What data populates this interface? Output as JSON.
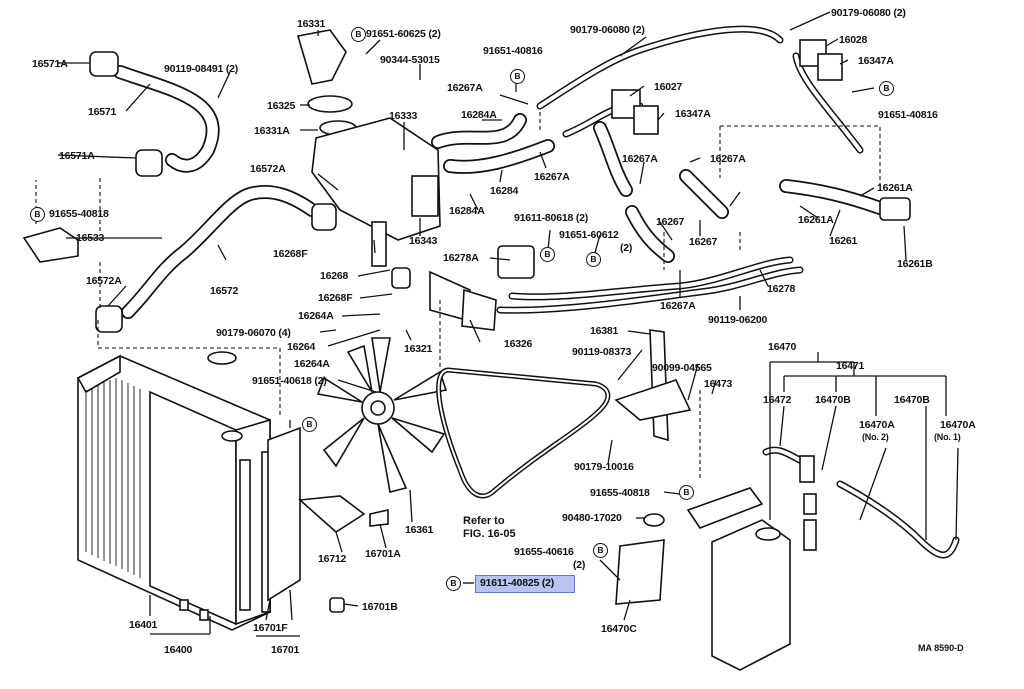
{
  "diagram": {
    "code": "MA 8590-D",
    "reference": {
      "line1": "Refer to",
      "line2": "FIG. 16-05"
    },
    "highlighted_part": "91611-40825 (2)",
    "bullet_letter": "B",
    "labels": [
      {
        "id": "l16331",
        "text": "16331"
      },
      {
        "id": "l91651_60625",
        "text": "91651-60625 (2)"
      },
      {
        "id": "l90179_06080a",
        "text": "90179-06080 (2)"
      },
      {
        "id": "l90179_06080b",
        "text": "90179-06080 (2)"
      },
      {
        "id": "l16028",
        "text": "16028"
      },
      {
        "id": "l16347A_a",
        "text": "16347A"
      },
      {
        "id": "l16571A_a",
        "text": "16571A"
      },
      {
        "id": "l90119_08491",
        "text": "90119-08491 (2)"
      },
      {
        "id": "l90344_53015",
        "text": "90344-53015"
      },
      {
        "id": "l91651_40816a",
        "text": "91651-40816"
      },
      {
        "id": "l16267A_a",
        "text": "16267A"
      },
      {
        "id": "l16027",
        "text": "16027"
      },
      {
        "id": "l91651_40816b",
        "text": "91651-40816"
      },
      {
        "id": "l16571",
        "text": "16571"
      },
      {
        "id": "l16325",
        "text": "16325"
      },
      {
        "id": "l16333",
        "text": "16333"
      },
      {
        "id": "l16284A_a",
        "text": "16284A"
      },
      {
        "id": "l16347A_b",
        "text": "16347A"
      },
      {
        "id": "l16331A",
        "text": "16331A"
      },
      {
        "id": "l16571A_b",
        "text": "16571A"
      },
      {
        "id": "l16267A_b",
        "text": "16267A"
      },
      {
        "id": "l16267A_c",
        "text": "16267A"
      },
      {
        "id": "l16284",
        "text": "16284"
      },
      {
        "id": "l16572A_a",
        "text": "16572A"
      },
      {
        "id": "l16261A_a",
        "text": "16261A"
      },
      {
        "id": "l16267A_d",
        "text": "16267A"
      },
      {
        "id": "l91655_40818a",
        "text": "91655-40818"
      },
      {
        "id": "l16284A_b",
        "text": "16284A"
      },
      {
        "id": "l16343",
        "text": "16343"
      },
      {
        "id": "l16533",
        "text": "16533"
      },
      {
        "id": "l91611_80618",
        "text": "91611-80618 (2)"
      },
      {
        "id": "l91651_60612",
        "text": "91651-60612"
      },
      {
        "id": "l91651_60612n",
        "text": "(2)"
      },
      {
        "id": "l16267",
        "text": "16267"
      },
      {
        "id": "l16267b",
        "text": "16267"
      },
      {
        "id": "l16261A_b",
        "text": "16261A"
      },
      {
        "id": "l16261",
        "text": "16261"
      },
      {
        "id": "l16261B",
        "text": "16261B"
      },
      {
        "id": "l16268F_a",
        "text": "16268F"
      },
      {
        "id": "l16268",
        "text": "16268"
      },
      {
        "id": "l16278A",
        "text": "16278A"
      },
      {
        "id": "l16278",
        "text": "16278"
      },
      {
        "id": "l16572",
        "text": "16572"
      },
      {
        "id": "l16572A_b",
        "text": "16572A"
      },
      {
        "id": "l16268F_b",
        "text": "16268F"
      },
      {
        "id": "l16264A_a",
        "text": "16264A"
      },
      {
        "id": "l16267A_e",
        "text": "16267A"
      },
      {
        "id": "l90119_06200",
        "text": "90119-06200"
      },
      {
        "id": "l90179_06070",
        "text": "90179-06070 (4)"
      },
      {
        "id": "l16264",
        "text": "16264"
      },
      {
        "id": "l16321",
        "text": "16321"
      },
      {
        "id": "l16326",
        "text": "16326"
      },
      {
        "id": "l16381",
        "text": "16381"
      },
      {
        "id": "l16470",
        "text": "16470"
      },
      {
        "id": "l16264A_b",
        "text": "16264A"
      },
      {
        "id": "l90119_08373",
        "text": "90119-08373"
      },
      {
        "id": "l16471",
        "text": "16471"
      },
      {
        "id": "l91651_40618",
        "text": "91651-40618 (2)"
      },
      {
        "id": "l90099_04565",
        "text": "90099-04565"
      },
      {
        "id": "l16473",
        "text": "16473"
      },
      {
        "id": "l16472",
        "text": "16472"
      },
      {
        "id": "l16470B_a",
        "text": "16470B"
      },
      {
        "id": "l16470B_b",
        "text": "16470B"
      },
      {
        "id": "l16470A_a",
        "text": "16470A"
      },
      {
        "id": "l16470A_a_n",
        "text": "(No. 2)"
      },
      {
        "id": "l16470A_b",
        "text": "16470A"
      },
      {
        "id": "l16470A_b_n",
        "text": "(No. 1)"
      },
      {
        "id": "l90179_10016",
        "text": "90179-10016"
      },
      {
        "id": "l91655_40818b",
        "text": "91655-40818"
      },
      {
        "id": "l90480_17020",
        "text": "90480-17020"
      },
      {
        "id": "l16361",
        "text": "16361"
      },
      {
        "id": "l16712",
        "text": "16712"
      },
      {
        "id": "l16701A",
        "text": "16701A"
      },
      {
        "id": "l91655_40616",
        "text": "91655-40616"
      },
      {
        "id": "l91655_40616n",
        "text": "(2)"
      },
      {
        "id": "l16701B",
        "text": "16701B"
      },
      {
        "id": "l16401",
        "text": "16401"
      },
      {
        "id": "l16701F",
        "text": "16701F"
      },
      {
        "id": "l16470C",
        "text": "16470C"
      },
      {
        "id": "l16400",
        "text": "16400"
      },
      {
        "id": "l16701",
        "text": "16701"
      }
    ]
  }
}
